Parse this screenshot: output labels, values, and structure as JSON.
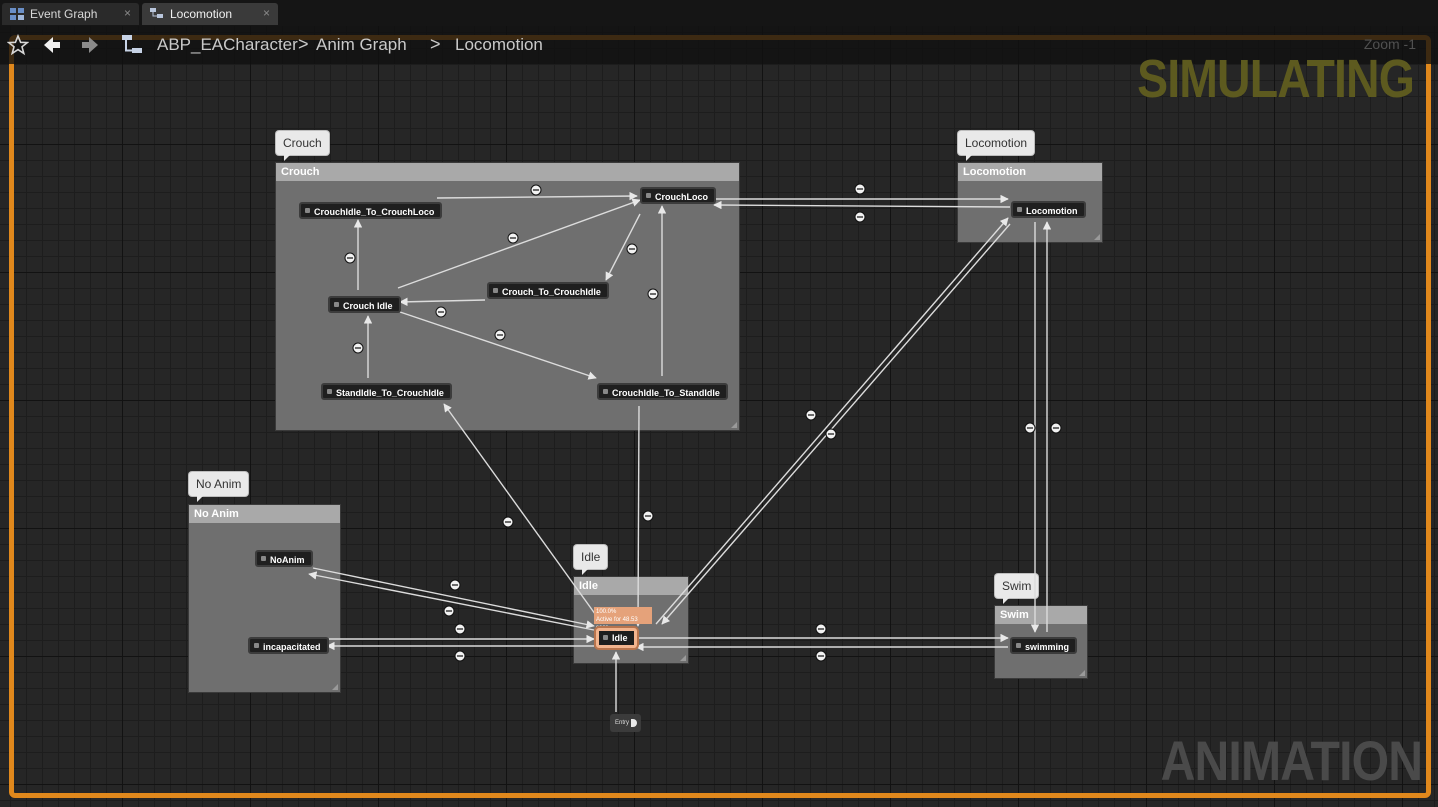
{
  "tabs": [
    {
      "label": "Event Graph",
      "icon": "event-graph-icon",
      "close": "×"
    },
    {
      "label": "Locomotion",
      "icon": "state-machine-icon",
      "close": "×"
    }
  ],
  "breadcrumb": {
    "asset": "ABP_EACharacter",
    "graph": "Anim Graph",
    "machine": "Locomotion",
    "sep": ">"
  },
  "zoom": "Zoom -1",
  "watermarks": {
    "simulating": "SIMULATING",
    "animation": "ANIMATION"
  },
  "colors": {
    "accent": "#e0881c",
    "active_state": "#e5a27a"
  },
  "comments": [
    {
      "id": "crouch",
      "bubble": "Crouch",
      "title": "Crouch"
    },
    {
      "id": "locomotion",
      "bubble": "Locomotion",
      "title": "Locomotion"
    },
    {
      "id": "noanim",
      "bubble": "No Anim",
      "title": "No Anim"
    },
    {
      "id": "idle",
      "bubble": "Idle",
      "title": "Idle"
    },
    {
      "id": "swim",
      "bubble": "Swim",
      "title": "Swim"
    }
  ],
  "states": {
    "crouchidle_to_crouchloco": "CrouchIdle_To_CrouchLoco",
    "crouchloco": "CrouchLoco",
    "crouch_to_crouchidle": "Crouch_To_CrouchIdle",
    "crouch_idle": "Crouch Idle",
    "standidle_to_crouchidle": "StandIdle_To_CrouchIdle",
    "crouchidle_to_standidle": "CrouchIdle_To_StandIdle",
    "locomotion": "Locomotion",
    "noanim": "NoAnim",
    "incapacitated": "incapacitated",
    "idle": "Idle",
    "swimming": "swimming"
  },
  "active_state": {
    "percent": "100.0%",
    "active_text": "Active for 48.53 secs"
  },
  "entry": "Entry"
}
